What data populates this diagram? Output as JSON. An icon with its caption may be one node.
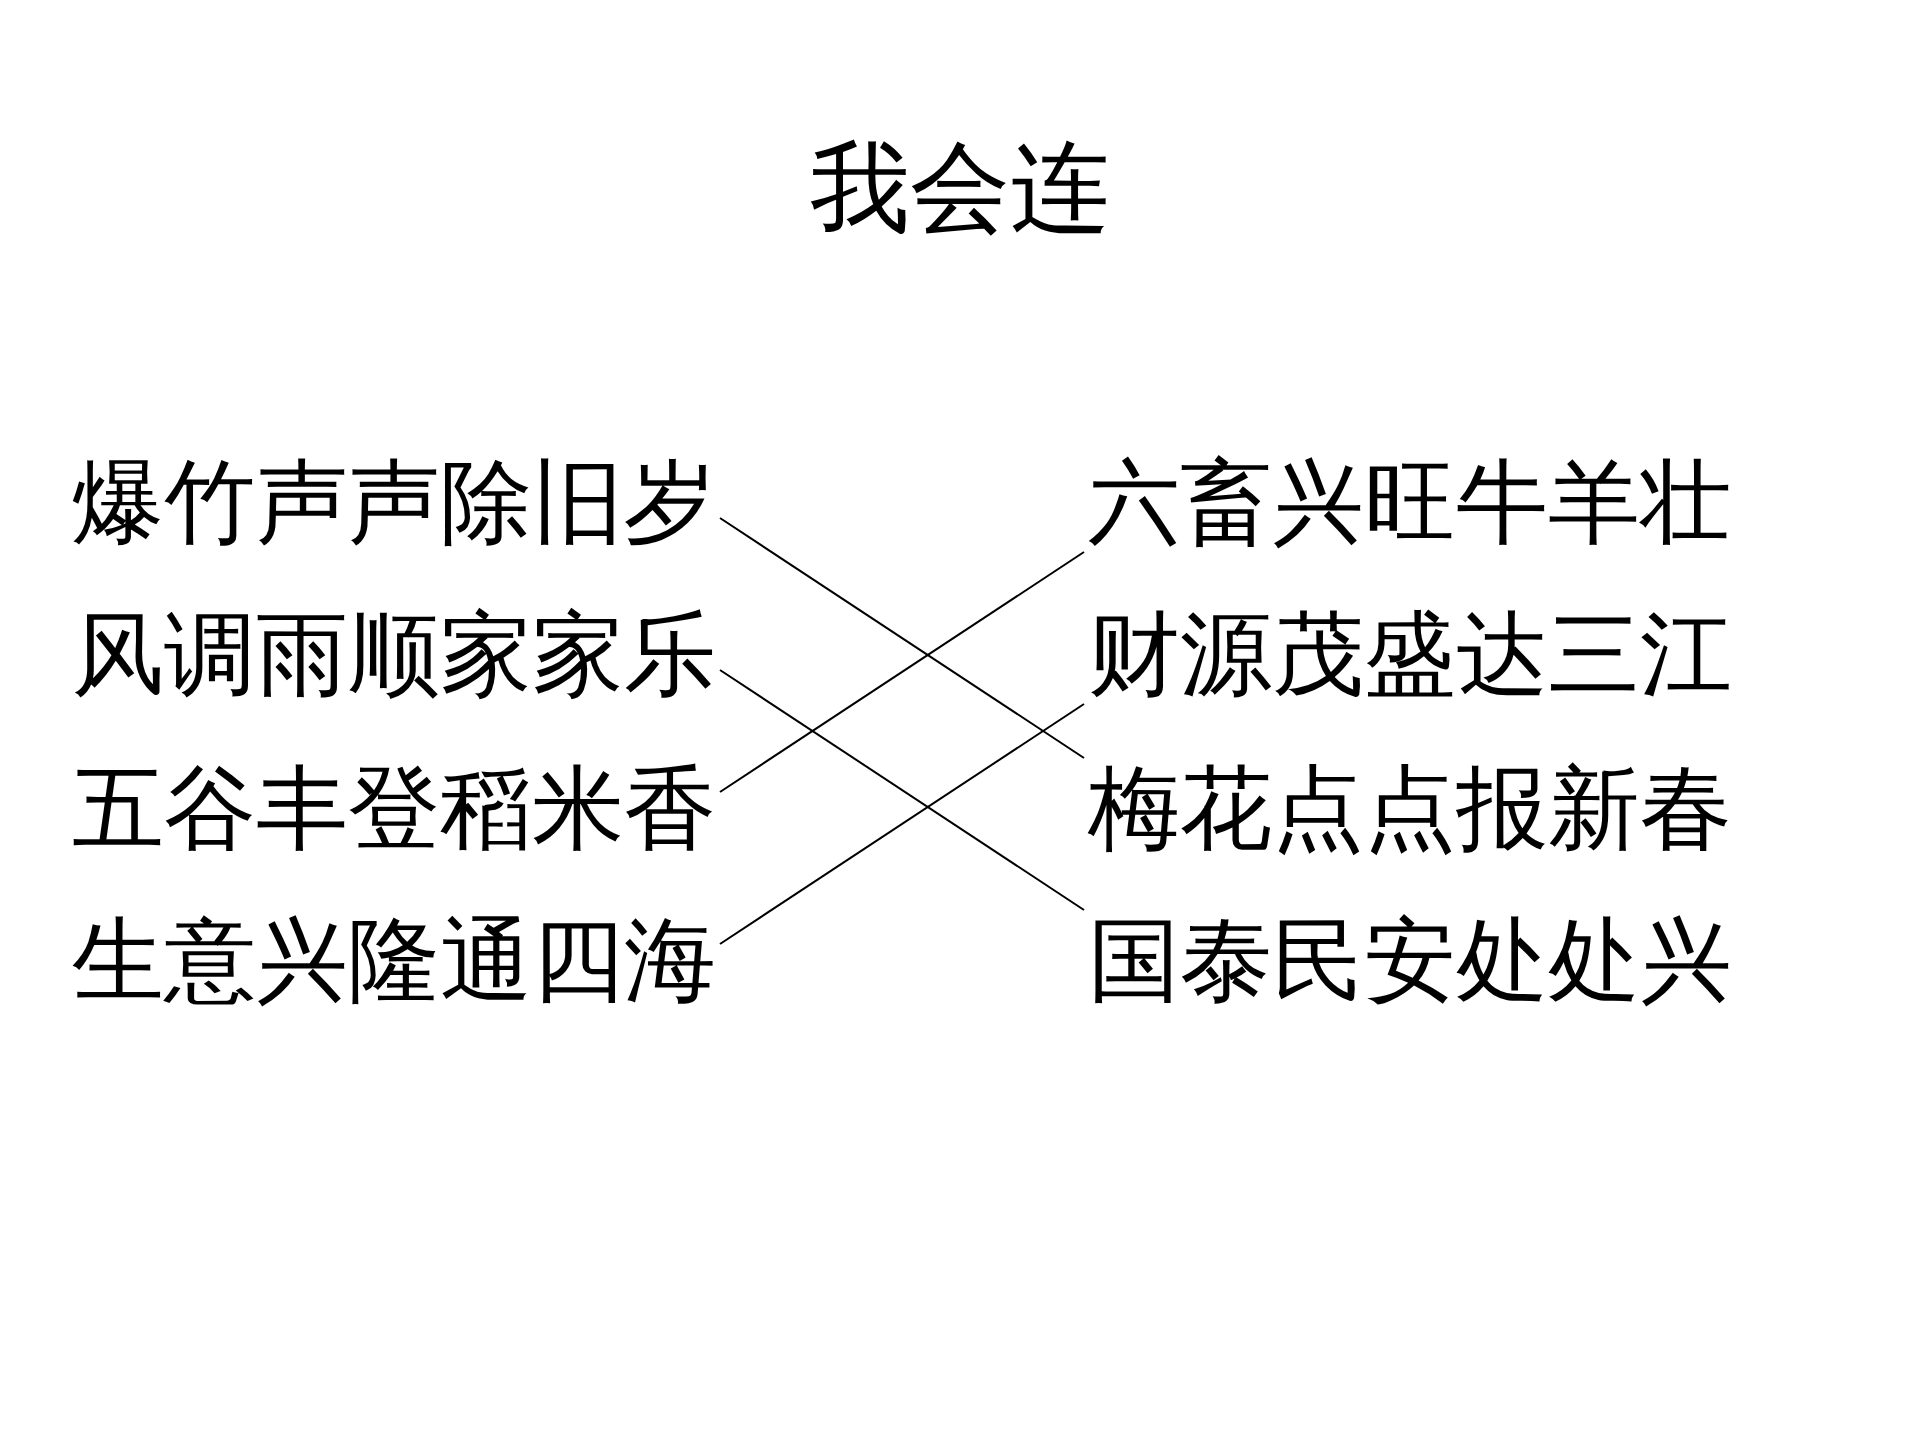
{
  "diagram": {
    "title": "我会连",
    "nodes": [
      {
        "text": [
          "爆竹声声除旧岁"
        ]
      },
      {
        "text": [
          "风调雨顺家家乐"
        ]
      },
      {
        "text": [
          "五谷丰登稻米香"
        ]
      },
      {
        "text": [
          "生意兴隆通四海"
        ]
      },
      {
        "text": [
          "六畜兴旺牛羊壮"
        ]
      },
      {
        "text": [
          "财源茂盛达三江"
        ]
      },
      {
        "text": [
          "梅花点点报新春"
        ]
      },
      {
        "text": [
          "国泰民安处处兴"
        ]
      }
    ],
    "edges": [
      {
        "from": 0,
        "to": 6,
        "arrow": "none"
      },
      {
        "from": 1,
        "to": 7,
        "arrow": "none"
      },
      {
        "from": 2,
        "to": 4,
        "arrow": "none"
      },
      {
        "from": 3,
        "to": 5,
        "arrow": "none"
      }
    ]
  }
}
